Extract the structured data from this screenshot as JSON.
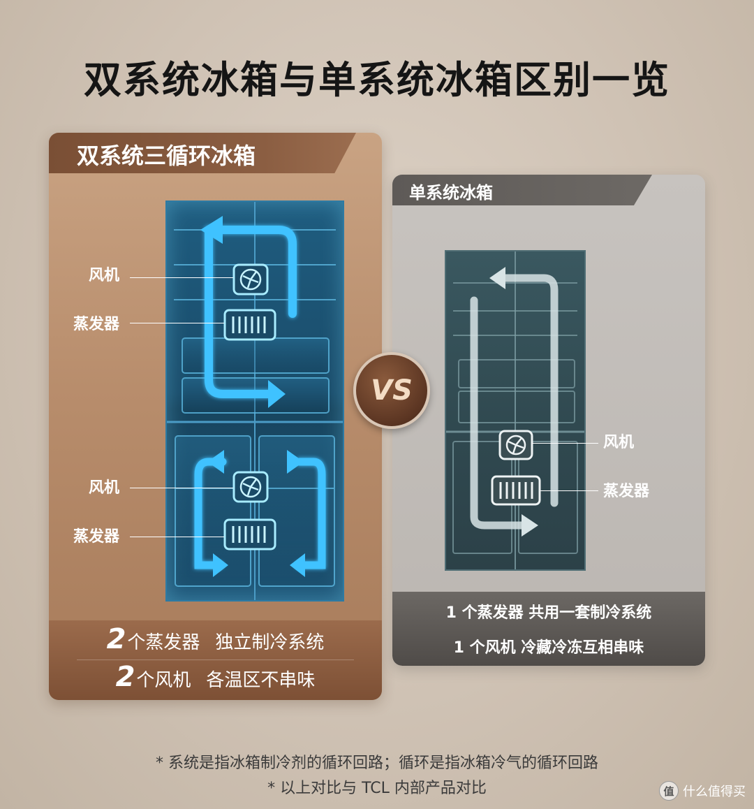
{
  "title": "双系统冰箱与单系统冰箱区别一览",
  "left": {
    "header": "双系统三循环冰箱",
    "labels": {
      "fan_top": "风机",
      "evap_top": "蒸发器",
      "fan_bottom": "风机",
      "evap_bottom": "蒸发器"
    },
    "footer": {
      "line1_num": "2",
      "line1_a": "个蒸发器",
      "line1_b": "独立制冷系统",
      "line2_num": "2",
      "line2_a": "个风机",
      "line2_b": "各温区不串味"
    }
  },
  "vs": "VS",
  "right": {
    "header": "单系统冰箱",
    "labels": {
      "fan": "风机",
      "evap": "蒸发器"
    },
    "footer": {
      "line1": "1 个蒸发器 共用一套制冷系统",
      "line2": "1 个风机 冷藏冷冻互相串味"
    }
  },
  "notes": [
    "* 系统是指冰箱制冷剂的循环回路；循环是指冰箱冷气的循环回路",
    "* 以上对比与 TCL 内部产品对比"
  ],
  "watermark": {
    "icon_text": "值",
    "text": "什么值得买"
  },
  "colors": {
    "accent_blue": "#3fc2ff",
    "left_header": "#7a4f35",
    "right_header": "#5e5a57"
  }
}
